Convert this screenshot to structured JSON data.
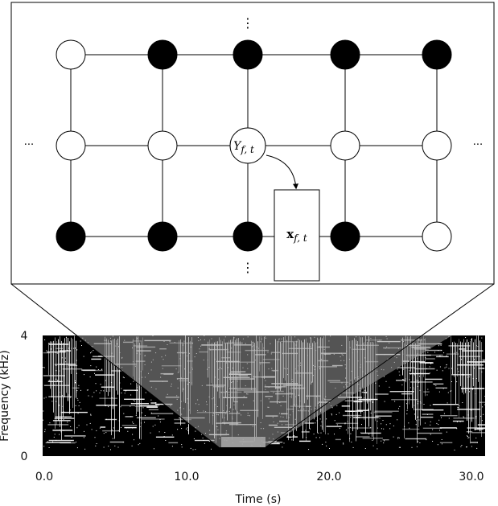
{
  "graph": {
    "rows": [
      [
        "white",
        "black",
        "black",
        "black",
        "black"
      ],
      [
        "white",
        "white",
        "center",
        "white",
        "white"
      ],
      [
        "black",
        "black",
        "black",
        "black",
        "white"
      ]
    ],
    "center_label_base": "Y",
    "center_label_sub": "f, t",
    "observed_label_base": "x",
    "observed_label_sub": "f, t",
    "ellipsis_horizontal": "···",
    "ellipsis_vertical": "⋮"
  },
  "spectrogram": {
    "y_axis_label": "Frequency (kHz)",
    "y_ticks": [
      "4",
      "0"
    ],
    "x_axis_label": "Time (s)",
    "x_ticks": [
      "0.0",
      "10.0",
      "20.0",
      "30.0"
    ]
  }
}
